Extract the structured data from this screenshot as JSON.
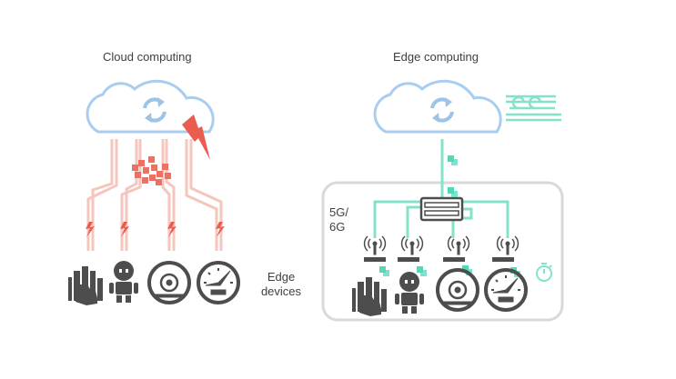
{
  "titles": {
    "cloud": "Cloud computing",
    "edge": "Edge computing",
    "devices_line1": "Edge",
    "devices_line2": "devices",
    "network_line1": "5G/",
    "network_line2": "6G"
  },
  "colors": {
    "cloud_outline": "#a9cdef",
    "cloud_arrows": "#9ec3e6",
    "cloud_links": "#f6c5be",
    "cloud_data": "#ee7062",
    "lightning": "#e95c4e",
    "edge_links": "#84e2cb",
    "edge_data": "#52dab8",
    "device_dark": "#4d4d4d",
    "enclosure": "#d9d9d9"
  },
  "icons": {
    "devices": [
      "factory-icon",
      "robot-icon",
      "disk-drive-icon",
      "gauge-icon"
    ],
    "edge_extras": [
      "speed-wind-icon",
      "stopwatch-icon",
      "router-icon",
      "antenna-icon"
    ]
  }
}
